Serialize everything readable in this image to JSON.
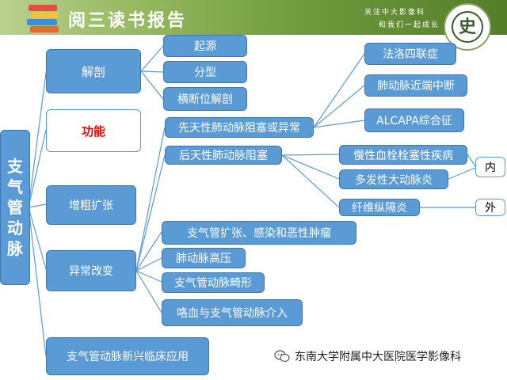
{
  "header": {
    "title": "阅三读书报告",
    "slogan_line1": "关注中大影像科",
    "slogan_line2": "和我们一起成长",
    "seal_char": "史",
    "seal_color": "#375a2c"
  },
  "diagram": {
    "root": [
      "支",
      "气",
      "管",
      "动",
      "脉"
    ],
    "level1": {
      "anatomy": "解剖",
      "function": "功能",
      "enlargement": "增粗扩张",
      "abnormal": "异常改变",
      "emerging": "支气管动脉新兴临床应用"
    },
    "anatomy_children": [
      "起源",
      "分型",
      "横断位解剖"
    ],
    "abnormal_children": {
      "congenital": "先天性肺动脉阻塞或异常",
      "acquired": "后天性肺动脉阻塞",
      "bronchiectasis": "支气管扩张、感染和恶性肿瘤",
      "pulmonary_hypertension": "肺动脉高压",
      "malformation": "支气管动脉畸形",
      "hemoptysis": "咯血与支气管动脉介入"
    },
    "congenital_children": [
      "法洛四联症",
      "肺动脉近端中断",
      "ALCAPA综合征"
    ],
    "acquired_children": [
      "慢性血栓栓塞性疾病",
      "多发性大动脉炎",
      "纤维纵隔炎"
    ],
    "tags": {
      "inner": "内",
      "outer": "外"
    }
  },
  "footer": {
    "text": "东南大学附属中大医院医学影像科"
  },
  "colors": {
    "box_fill": "#5b9bd5",
    "box_border": "#3f77ab",
    "function_text": "#e01010",
    "header_green": "#6f9a3c"
  }
}
